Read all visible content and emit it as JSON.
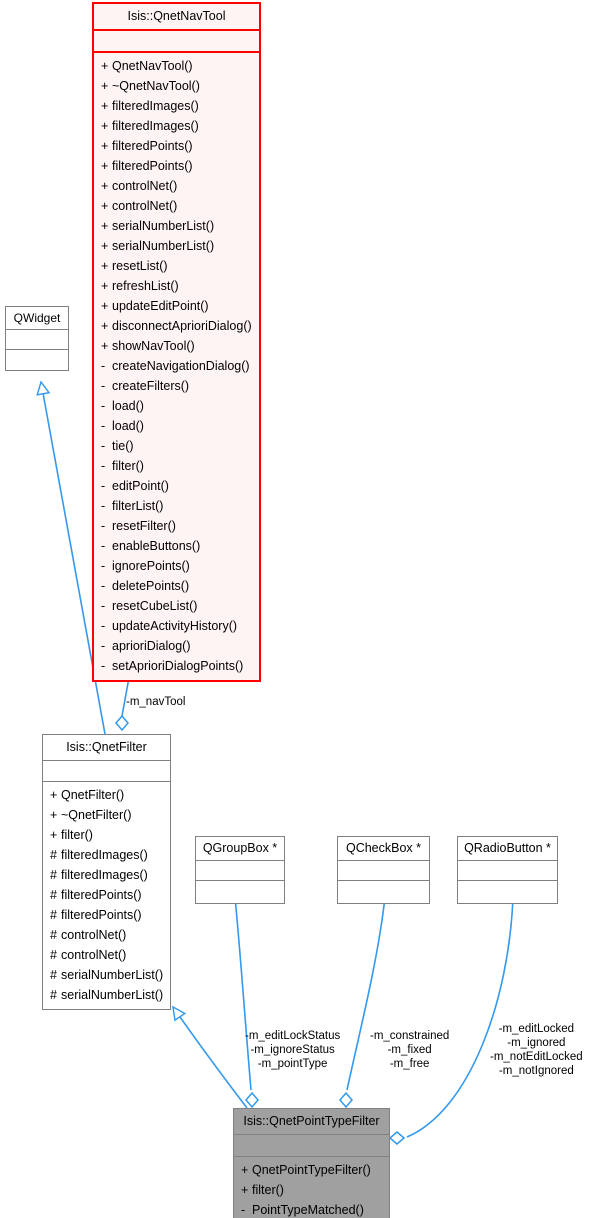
{
  "diagram": {
    "type": "uml-class-diagram",
    "background": "#ffffff",
    "edge_color": "#5aaae8",
    "highlight_border": "#ff0000",
    "highlight_fill": "#fff4f4",
    "selected_fill": "#a0a0a0"
  },
  "classes": {
    "qnetnavtool": {
      "name": "Isis::QnetNavTool",
      "members": [
        {
          "vis": "+",
          "label": "QnetNavTool()"
        },
        {
          "vis": "+",
          "label": "~QnetNavTool()"
        },
        {
          "vis": "+",
          "label": "filteredImages()"
        },
        {
          "vis": "+",
          "label": "filteredImages()"
        },
        {
          "vis": "+",
          "label": "filteredPoints()"
        },
        {
          "vis": "+",
          "label": "filteredPoints()"
        },
        {
          "vis": "+",
          "label": "controlNet()"
        },
        {
          "vis": "+",
          "label": "controlNet()"
        },
        {
          "vis": "+",
          "label": "serialNumberList()"
        },
        {
          "vis": "+",
          "label": "serialNumberList()"
        },
        {
          "vis": "+",
          "label": "resetList()"
        },
        {
          "vis": "+",
          "label": "refreshList()"
        },
        {
          "vis": "+",
          "label": "updateEditPoint()"
        },
        {
          "vis": "+",
          "label": "disconnectAprioriDialog()"
        },
        {
          "vis": "+",
          "label": "showNavTool()"
        },
        {
          "vis": "-",
          "label": "createNavigationDialog()"
        },
        {
          "vis": "-",
          "label": "createFilters()"
        },
        {
          "vis": "-",
          "label": "load()"
        },
        {
          "vis": "-",
          "label": "load()"
        },
        {
          "vis": "-",
          "label": "tie()"
        },
        {
          "vis": "-",
          "label": "filter()"
        },
        {
          "vis": "-",
          "label": "editPoint()"
        },
        {
          "vis": "-",
          "label": "filterList()"
        },
        {
          "vis": "-",
          "label": "resetFilter()"
        },
        {
          "vis": "-",
          "label": "enableButtons()"
        },
        {
          "vis": "-",
          "label": "ignorePoints()"
        },
        {
          "vis": "-",
          "label": "deletePoints()"
        },
        {
          "vis": "-",
          "label": "resetCubeList()"
        },
        {
          "vis": "-",
          "label": "updateActivityHistory()"
        },
        {
          "vis": "-",
          "label": "aprioriDialog()"
        },
        {
          "vis": "-",
          "label": "setAprioriDialogPoints()"
        }
      ]
    },
    "qwidget": {
      "name": "QWidget",
      "members": []
    },
    "qnetfilter": {
      "name": "Isis::QnetFilter",
      "members": [
        {
          "vis": "+",
          "label": "QnetFilter()"
        },
        {
          "vis": "+",
          "label": "~QnetFilter()"
        },
        {
          "vis": "+",
          "label": "filter()"
        },
        {
          "vis": "#",
          "label": "filteredImages()"
        },
        {
          "vis": "#",
          "label": "filteredImages()"
        },
        {
          "vis": "#",
          "label": "filteredPoints()"
        },
        {
          "vis": "#",
          "label": "filteredPoints()"
        },
        {
          "vis": "#",
          "label": "controlNet()"
        },
        {
          "vis": "#",
          "label": "controlNet()"
        },
        {
          "vis": "#",
          "label": "serialNumberList()"
        },
        {
          "vis": "#",
          "label": "serialNumberList()"
        }
      ]
    },
    "qgroupbox": {
      "name": "QGroupBox *",
      "members": []
    },
    "qcheckbox": {
      "name": "QCheckBox *",
      "members": []
    },
    "qradiobutton": {
      "name": "QRadioButton *",
      "members": []
    },
    "qnetpointtypefilter": {
      "name": "Isis::QnetPointTypeFilter",
      "members": [
        {
          "vis": "+",
          "label": "QnetPointTypeFilter()"
        },
        {
          "vis": "+",
          "label": "filter()"
        },
        {
          "vis": "-",
          "label": "PointTypeMatched()"
        }
      ]
    }
  },
  "edges": {
    "navtool_label": "-m_navTool",
    "groupbox_labels": "-m_editLockStatus\n-m_ignoreStatus\n-m_pointType",
    "groupbox_labels_lines": [
      "-m_editLockStatus",
      "-m_ignoreStatus",
      "-m_pointType"
    ],
    "checkbox_labels_lines": [
      "-m_constrained",
      "-m_fixed",
      "-m_free"
    ],
    "radiobutton_labels_lines": [
      "-m_editLocked",
      "-m_ignored",
      "-m_notEditLocked",
      "-m_notIgnored"
    ]
  }
}
